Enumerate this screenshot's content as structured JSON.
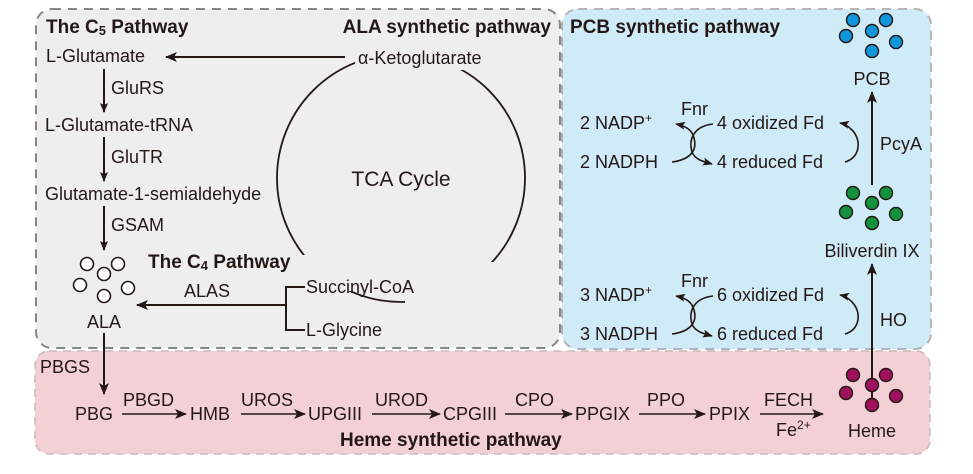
{
  "panels": {
    "ala": {
      "title": "ALA synthetic pathway",
      "color": "#eeeeee"
    },
    "pcb": {
      "title": "PCB synthetic pathway",
      "color": "#d0ebf8"
    },
    "heme": {
      "title": "Heme synthetic pathway",
      "color": "#f3cfd6"
    }
  },
  "c5": {
    "title_pre": "The C",
    "title_sub": "5",
    "title_post": " Pathway",
    "nodes": [
      "L-Glutamate",
      "L-Glutamate-tRNA",
      "Glutamate-1-semialdehyde"
    ],
    "enzymes": [
      "GluRS",
      "GluTR",
      "GSAM"
    ]
  },
  "c4": {
    "title_pre": "The C",
    "title_sub": "4",
    "title_post": " Pathway",
    "enzyme": "ALAS",
    "substrates": [
      "Succinyl-CoA",
      "L-Glycine"
    ]
  },
  "tca": {
    "label": "TCA Cycle",
    "top": "α-Ketoglutarate"
  },
  "ala": {
    "label": "ALA",
    "color": "#ffffff"
  },
  "pcb_side": {
    "pcb_label": "PCB",
    "pcb_color": "#1296db",
    "biliverdin_label": "Biliverdin IX",
    "biliverdin_color": "#13923e",
    "enzyme_top": "PcyA",
    "enzyme_bottom": "HO",
    "cycle1": {
      "nadp": "2 NADP",
      "nadph": "2 NADPH",
      "fnr": "Fnr",
      "ox": "4 oxidized Fd",
      "red": "4 reduced Fd"
    },
    "cycle2": {
      "nadp": "3 NADP",
      "nadph": "3 NADPH",
      "fnr": "Fnr",
      "ox": "6 oxidized Fd",
      "red": "6 reduced Fd"
    },
    "plus": "+"
  },
  "heme_chain": {
    "pbgs": "PBGS",
    "nodes": [
      "PBG",
      "HMB",
      "UPGIII",
      "CPGIII",
      "PPGIX",
      "PPIX"
    ],
    "enzymes": [
      "PBGD",
      "UROS",
      "UROD",
      "CPO",
      "PPO",
      "FECH"
    ],
    "cofactor": "Fe",
    "cofactor_sup": "2+",
    "heme_label": "Heme",
    "heme_color": "#a0105c"
  }
}
